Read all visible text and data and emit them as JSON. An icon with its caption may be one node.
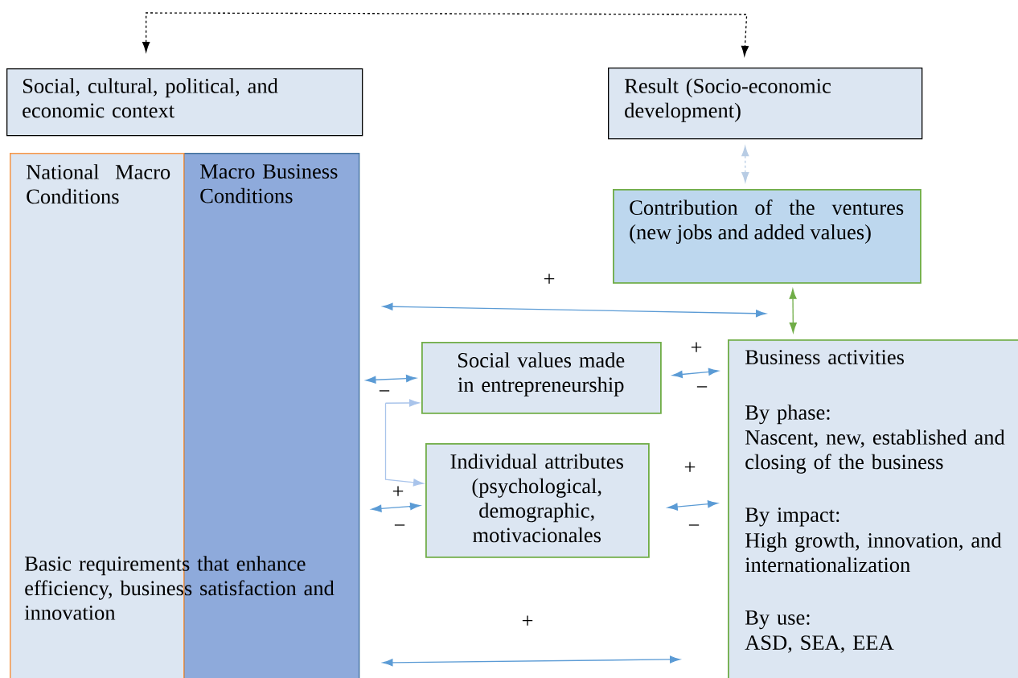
{
  "diagram": {
    "nodes": [
      {
        "text": [
          "Social, cultural, political, and economic context"
        ]
      },
      {
        "text": [
          "Result (Socio-economic development)"
        ]
      },
      {
        "text": [
          "National Macro Conditions"
        ]
      },
      {
        "text": [
          "Macro Business Conditions"
        ]
      },
      {
        "text": [
          "Contribution of the ventures (new jobs and added values)"
        ]
      },
      {
        "text": [
          "Social values made in entrepreneurship"
        ]
      },
      {
        "text": [
          "Individual attributes (psychological, demographic, motivacionales"
        ]
      },
      {
        "text": [
          "Business activities",
          "By phase:",
          "Nascent, new, established and closing of the business",
          "By impact:",
          "High growth, innovation, and internationalization",
          "By use:",
          "ASD, SEA, EEA"
        ]
      },
      {
        "text": [
          "Basic requirements that enhance efficiency, business satisfaction and innovation"
        ]
      }
    ],
    "edges": [
      {
        "from": 0,
        "to": 1,
        "arrow": "both",
        "style": "dashed",
        "color": "#000000"
      },
      {
        "from": 4,
        "to": 1,
        "arrow": "both",
        "style": "dashed",
        "color": "#b8cce4"
      },
      {
        "from": 4,
        "to": 7,
        "arrow": "both",
        "color": "#70ad47"
      },
      {
        "from": 3,
        "to": 7,
        "arrow": "both",
        "label": "+"
      },
      {
        "from": 3,
        "to": 7,
        "arrow": "both",
        "label": "+"
      },
      {
        "from": 3,
        "to": 5,
        "arrow": "both",
        "label": "−"
      },
      {
        "from": 3,
        "to": 5,
        "arrow": "to",
        "color": "#a9c4eb"
      },
      {
        "from": 3,
        "to": 6,
        "arrow": "to",
        "color": "#a9c4eb"
      },
      {
        "from": 3,
        "to": 6,
        "arrow": "both",
        "label": "+"
      },
      {
        "from": 5,
        "to": 7,
        "arrow": "both",
        "label": "+"
      },
      {
        "from": 6,
        "to": 7,
        "arrow": "both",
        "label": "+"
      }
    ],
    "labels": [
      "−",
      "−",
      "−"
    ]
  }
}
